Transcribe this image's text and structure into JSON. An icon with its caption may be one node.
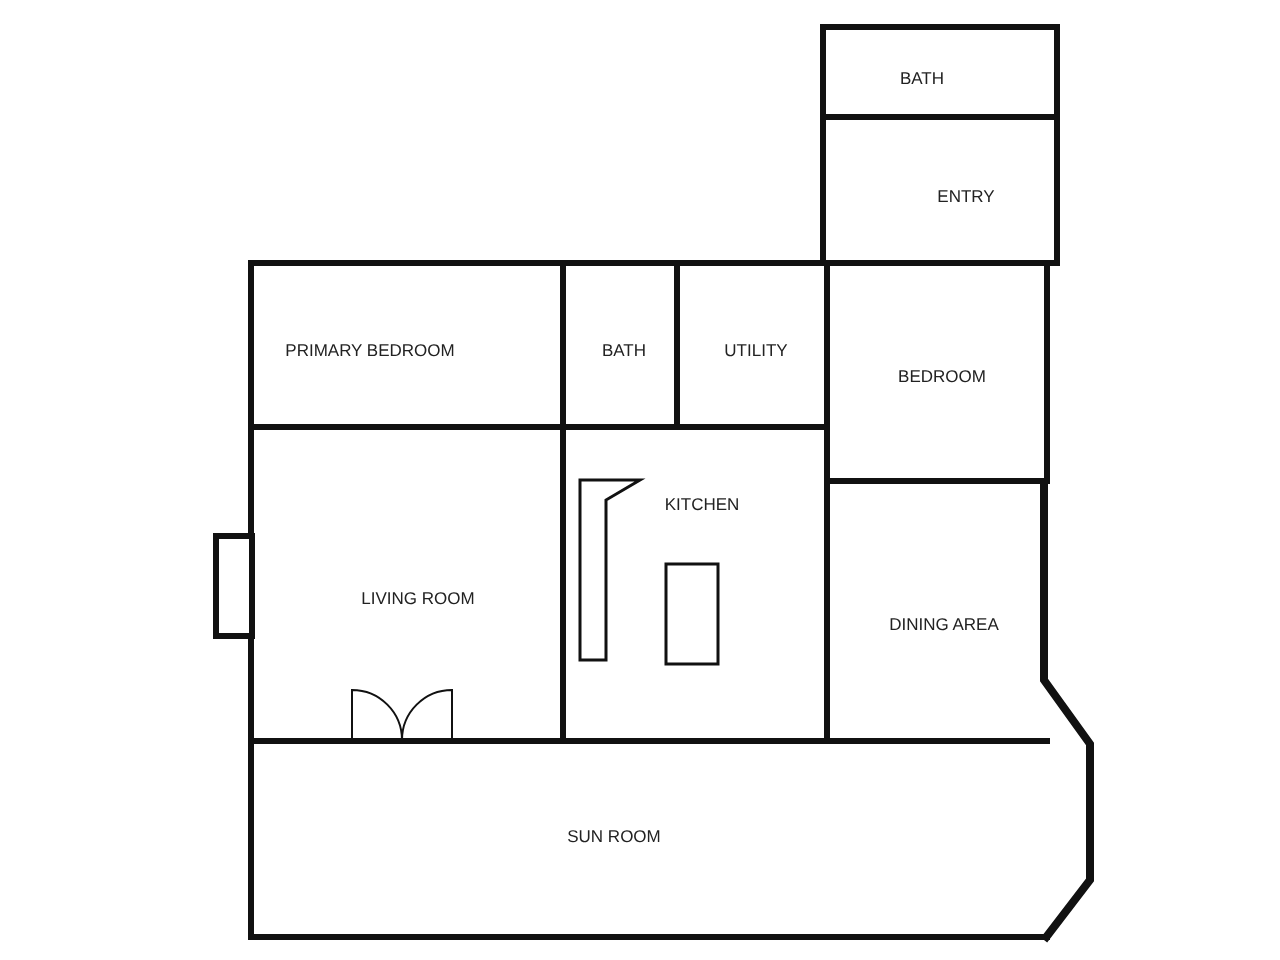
{
  "diagram": {
    "nodes": [
      {
        "text": [
          "BATH"
        ]
      },
      {
        "text": [
          "ENTRY"
        ]
      },
      {
        "text": [
          "PRIMARY BEDROOM"
        ]
      },
      {
        "text": [
          "BATH"
        ]
      },
      {
        "text": [
          "UTILITY"
        ]
      },
      {
        "text": [
          "BEDROOM"
        ]
      },
      {
        "text": [
          "KITCHEN"
        ]
      },
      {
        "text": [
          "LIVING ROOM"
        ]
      },
      {
        "text": [
          "DINING AREA"
        ]
      },
      {
        "text": [
          "SUN ROOM"
        ]
      }
    ]
  }
}
